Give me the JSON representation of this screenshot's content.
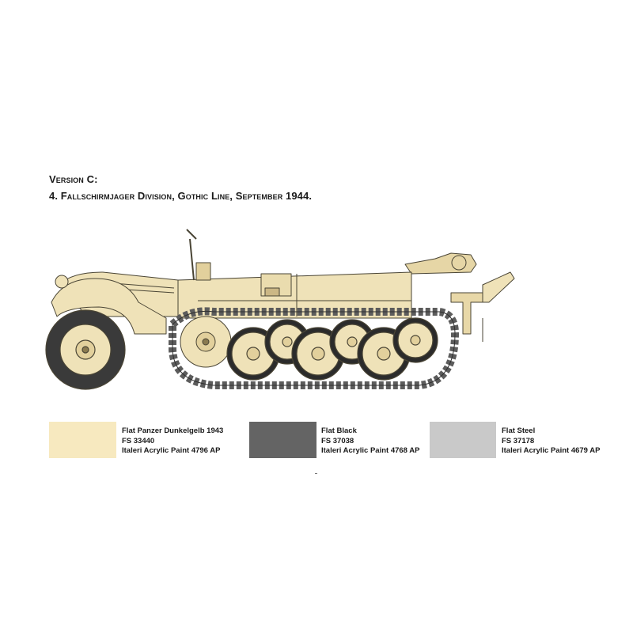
{
  "heading": {
    "version_label": "Version C:",
    "caption": "4. Fallschirmjager Division,  Gothic Line, September 1944."
  },
  "colors": {
    "vehicle_base": "#efe2b8",
    "vehicle_shadow": "#e2d09c",
    "outline": "#4a4535",
    "track_dark": "#5c5c5c",
    "steel": "#9a9a9a"
  },
  "paints": [
    {
      "name": "Flat Panzer Dunkelgelb 1943",
      "fs": "FS 33440",
      "product": "Italeri Acrylic Paint 4796 AP",
      "hex": "#f7e9bf"
    },
    {
      "name": "Flat Black",
      "fs": "FS 37038",
      "product": "Italeri Acrylic Paint 4768 AP",
      "hex": "#646464"
    },
    {
      "name": "Flat Steel",
      "fs": "FS 37178",
      "product": "Italeri Acrylic Paint 4679 AP",
      "hex": "#c9c9c9"
    }
  ]
}
